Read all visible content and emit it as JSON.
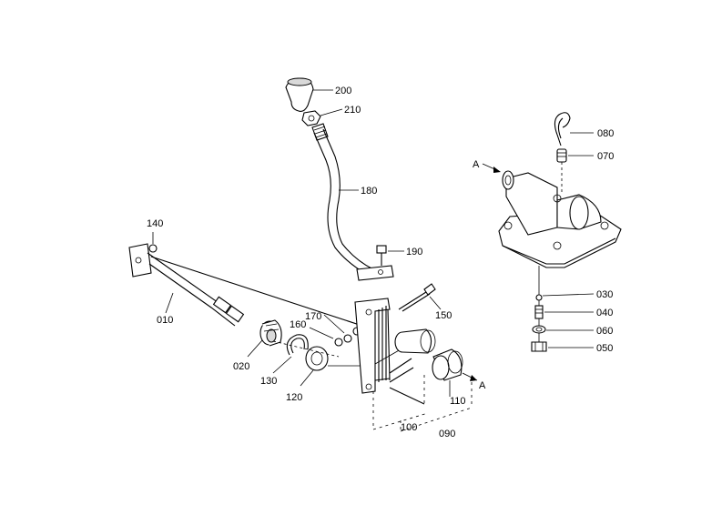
{
  "diagram": {
    "labels": {
      "p200": "200",
      "p210": "210",
      "p180": "180",
      "p190": "190",
      "p150": "150",
      "p140": "140",
      "p010": "010",
      "p170": "170",
      "p160": "160",
      "p020": "020",
      "p130": "130",
      "p120": "120",
      "p100": "100",
      "p090": "090",
      "p110": "110",
      "p080": "080",
      "p070": "070",
      "p030": "030",
      "p040": "040",
      "p060": "060",
      "p050": "050",
      "refA1": "A",
      "refA2": "A"
    }
  }
}
